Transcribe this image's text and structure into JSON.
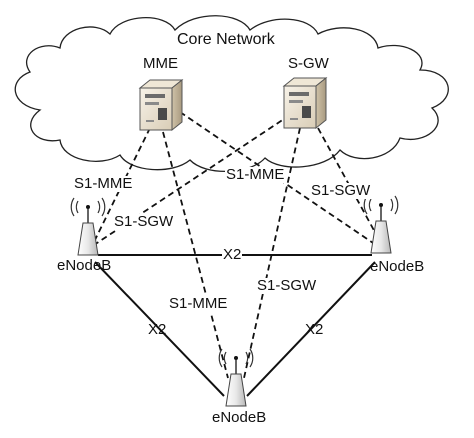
{
  "title": "Core Network",
  "nodes": {
    "mme": "MME",
    "sgw": "S-GW",
    "enb_left": "eNodeB",
    "enb_right": "eNodeB",
    "enb_bottom": "eNodeB"
  },
  "links": {
    "s1_mme_left": "S1-MME",
    "s1_mme_center": "S1-MME",
    "s1_sgw_right": "S1-SGW",
    "s1_sgw_left": "S1-SGW",
    "x2_top": "X2",
    "s1_sgw_bottom": "S1-SGW",
    "s1_mme_bottom": "S1-MME",
    "x2_left": "X2",
    "x2_right": "X2"
  },
  "icons": {
    "server": "server-icon",
    "antenna": "antenna-tower-icon",
    "cloud": "cloud-icon"
  }
}
